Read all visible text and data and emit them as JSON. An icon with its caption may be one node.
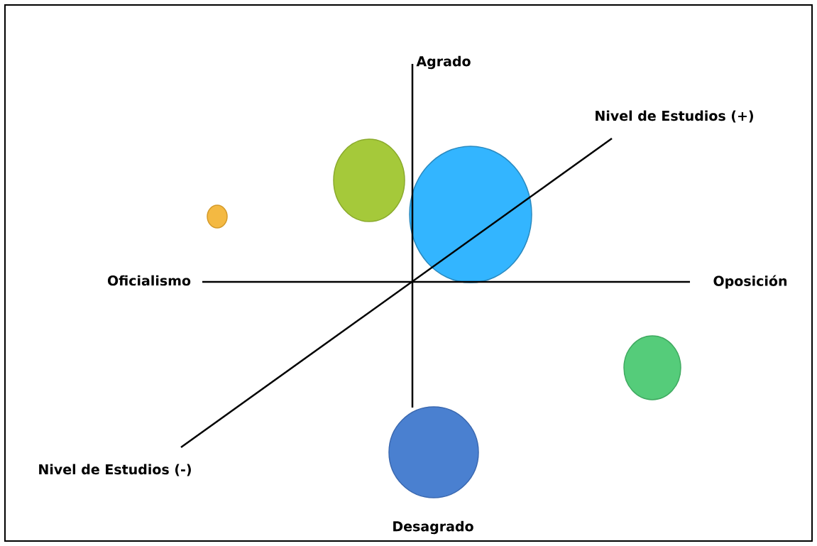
{
  "diagram": {
    "nodes": [
      {
        "text": [],
        "shape": "circle"
      },
      {
        "text": [],
        "shape": "circle"
      },
      {
        "text": [],
        "shape": "circle"
      },
      {
        "text": [],
        "shape": "circle"
      },
      {
        "text": [],
        "shape": "circle"
      }
    ],
    "labels": [
      "Agrado",
      "Nivel de Estudios (+)",
      "Oficialismo",
      "Oposición",
      "Nivel de Estudios (-)",
      "Desagrado"
    ]
  }
}
